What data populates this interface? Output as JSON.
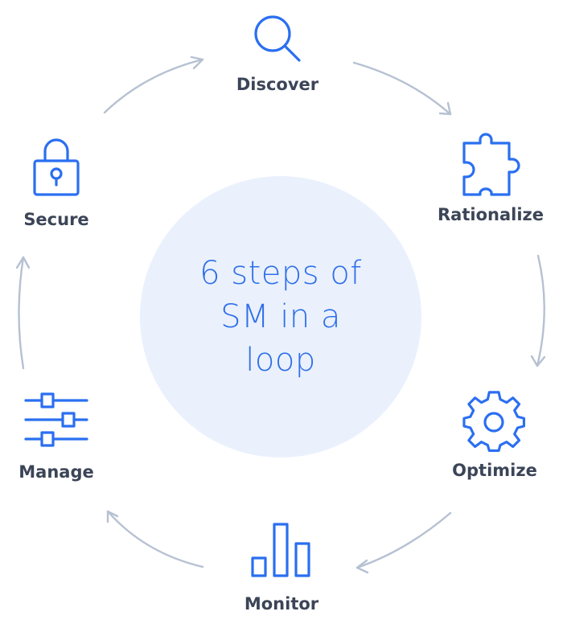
{
  "center": {
    "text": "6 steps of SM in a loop"
  },
  "steps": [
    {
      "label": "Discover",
      "icon": "magnifier-icon"
    },
    {
      "label": "Rationalize",
      "icon": "puzzle-piece-icon"
    },
    {
      "label": "Optimize",
      "icon": "gear-icon"
    },
    {
      "label": "Monitor",
      "icon": "bar-chart-icon"
    },
    {
      "label": "Manage",
      "icon": "sliders-icon"
    },
    {
      "label": "Secure",
      "icon": "padlock-icon"
    }
  ],
  "colors": {
    "accent": "#2a6ff0",
    "label": "#3c4557",
    "circle": "#eaf1fd",
    "arrow": "#b6c1d2"
  }
}
